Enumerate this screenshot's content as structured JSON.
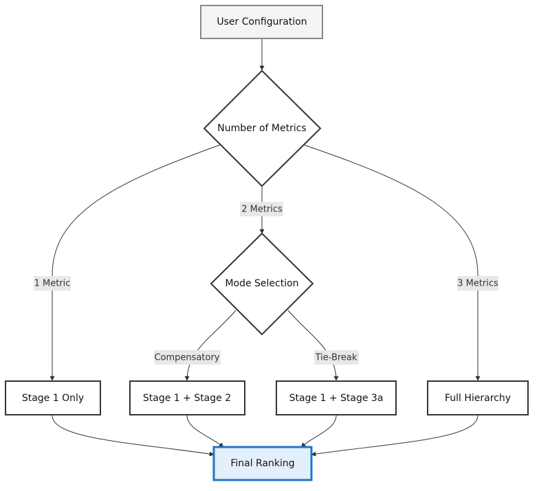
{
  "nodes": {
    "user_config": "User Configuration",
    "num_metrics": "Number of Metrics",
    "mode_selection": "Mode Selection",
    "stage1_only": "Stage 1 Only",
    "stage1_stage2": "Stage 1 + Stage 2",
    "stage1_stage3a": "Stage 1 + Stage 3a",
    "full_hierarchy": "Full Hierarchy",
    "final_ranking": "Final Ranking"
  },
  "edges": {
    "one_metric": "1 Metric",
    "two_metrics": "2 Metrics",
    "three_metrics": "3 Metrics",
    "compensatory": "Compensatory",
    "tie_break": "Tie-Break"
  },
  "colors": {
    "final_fill": "#e3f0fc",
    "final_stroke": "#1e76c9",
    "start_fill": "#f4f4f4"
  }
}
